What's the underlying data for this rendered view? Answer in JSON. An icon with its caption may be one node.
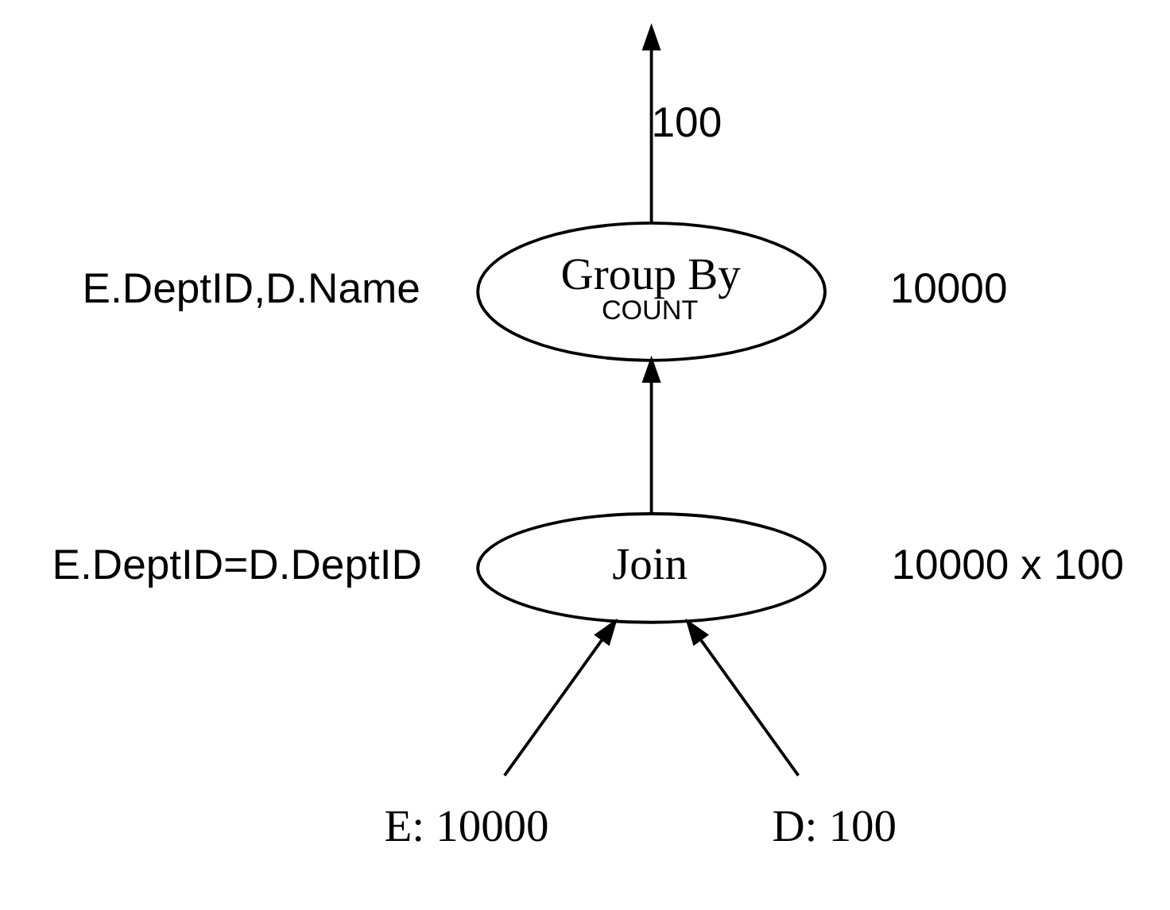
{
  "diagram": {
    "nodes": [
      {
        "text": [
          "Group By",
          "COUNT"
        ],
        "beside": [
          "E.DeptID,D.Name",
          "10000"
        ]
      },
      {
        "text": [
          "Join"
        ],
        "beside": [
          "E.DeptID=D.DeptID",
          "10000 x 100"
        ]
      },
      {
        "text": [
          "E: 10000"
        ]
      },
      {
        "text": [
          "D: 100"
        ]
      }
    ],
    "edges": [
      {
        "from": 2,
        "to": 1,
        "arrow": "to"
      },
      {
        "from": 3,
        "to": 1,
        "arrow": "to"
      },
      {
        "from": 1,
        "to": 0,
        "arrow": "to"
      },
      {
        "from": 0,
        "to": null,
        "arrow": "to",
        "label": "100"
      }
    ]
  }
}
